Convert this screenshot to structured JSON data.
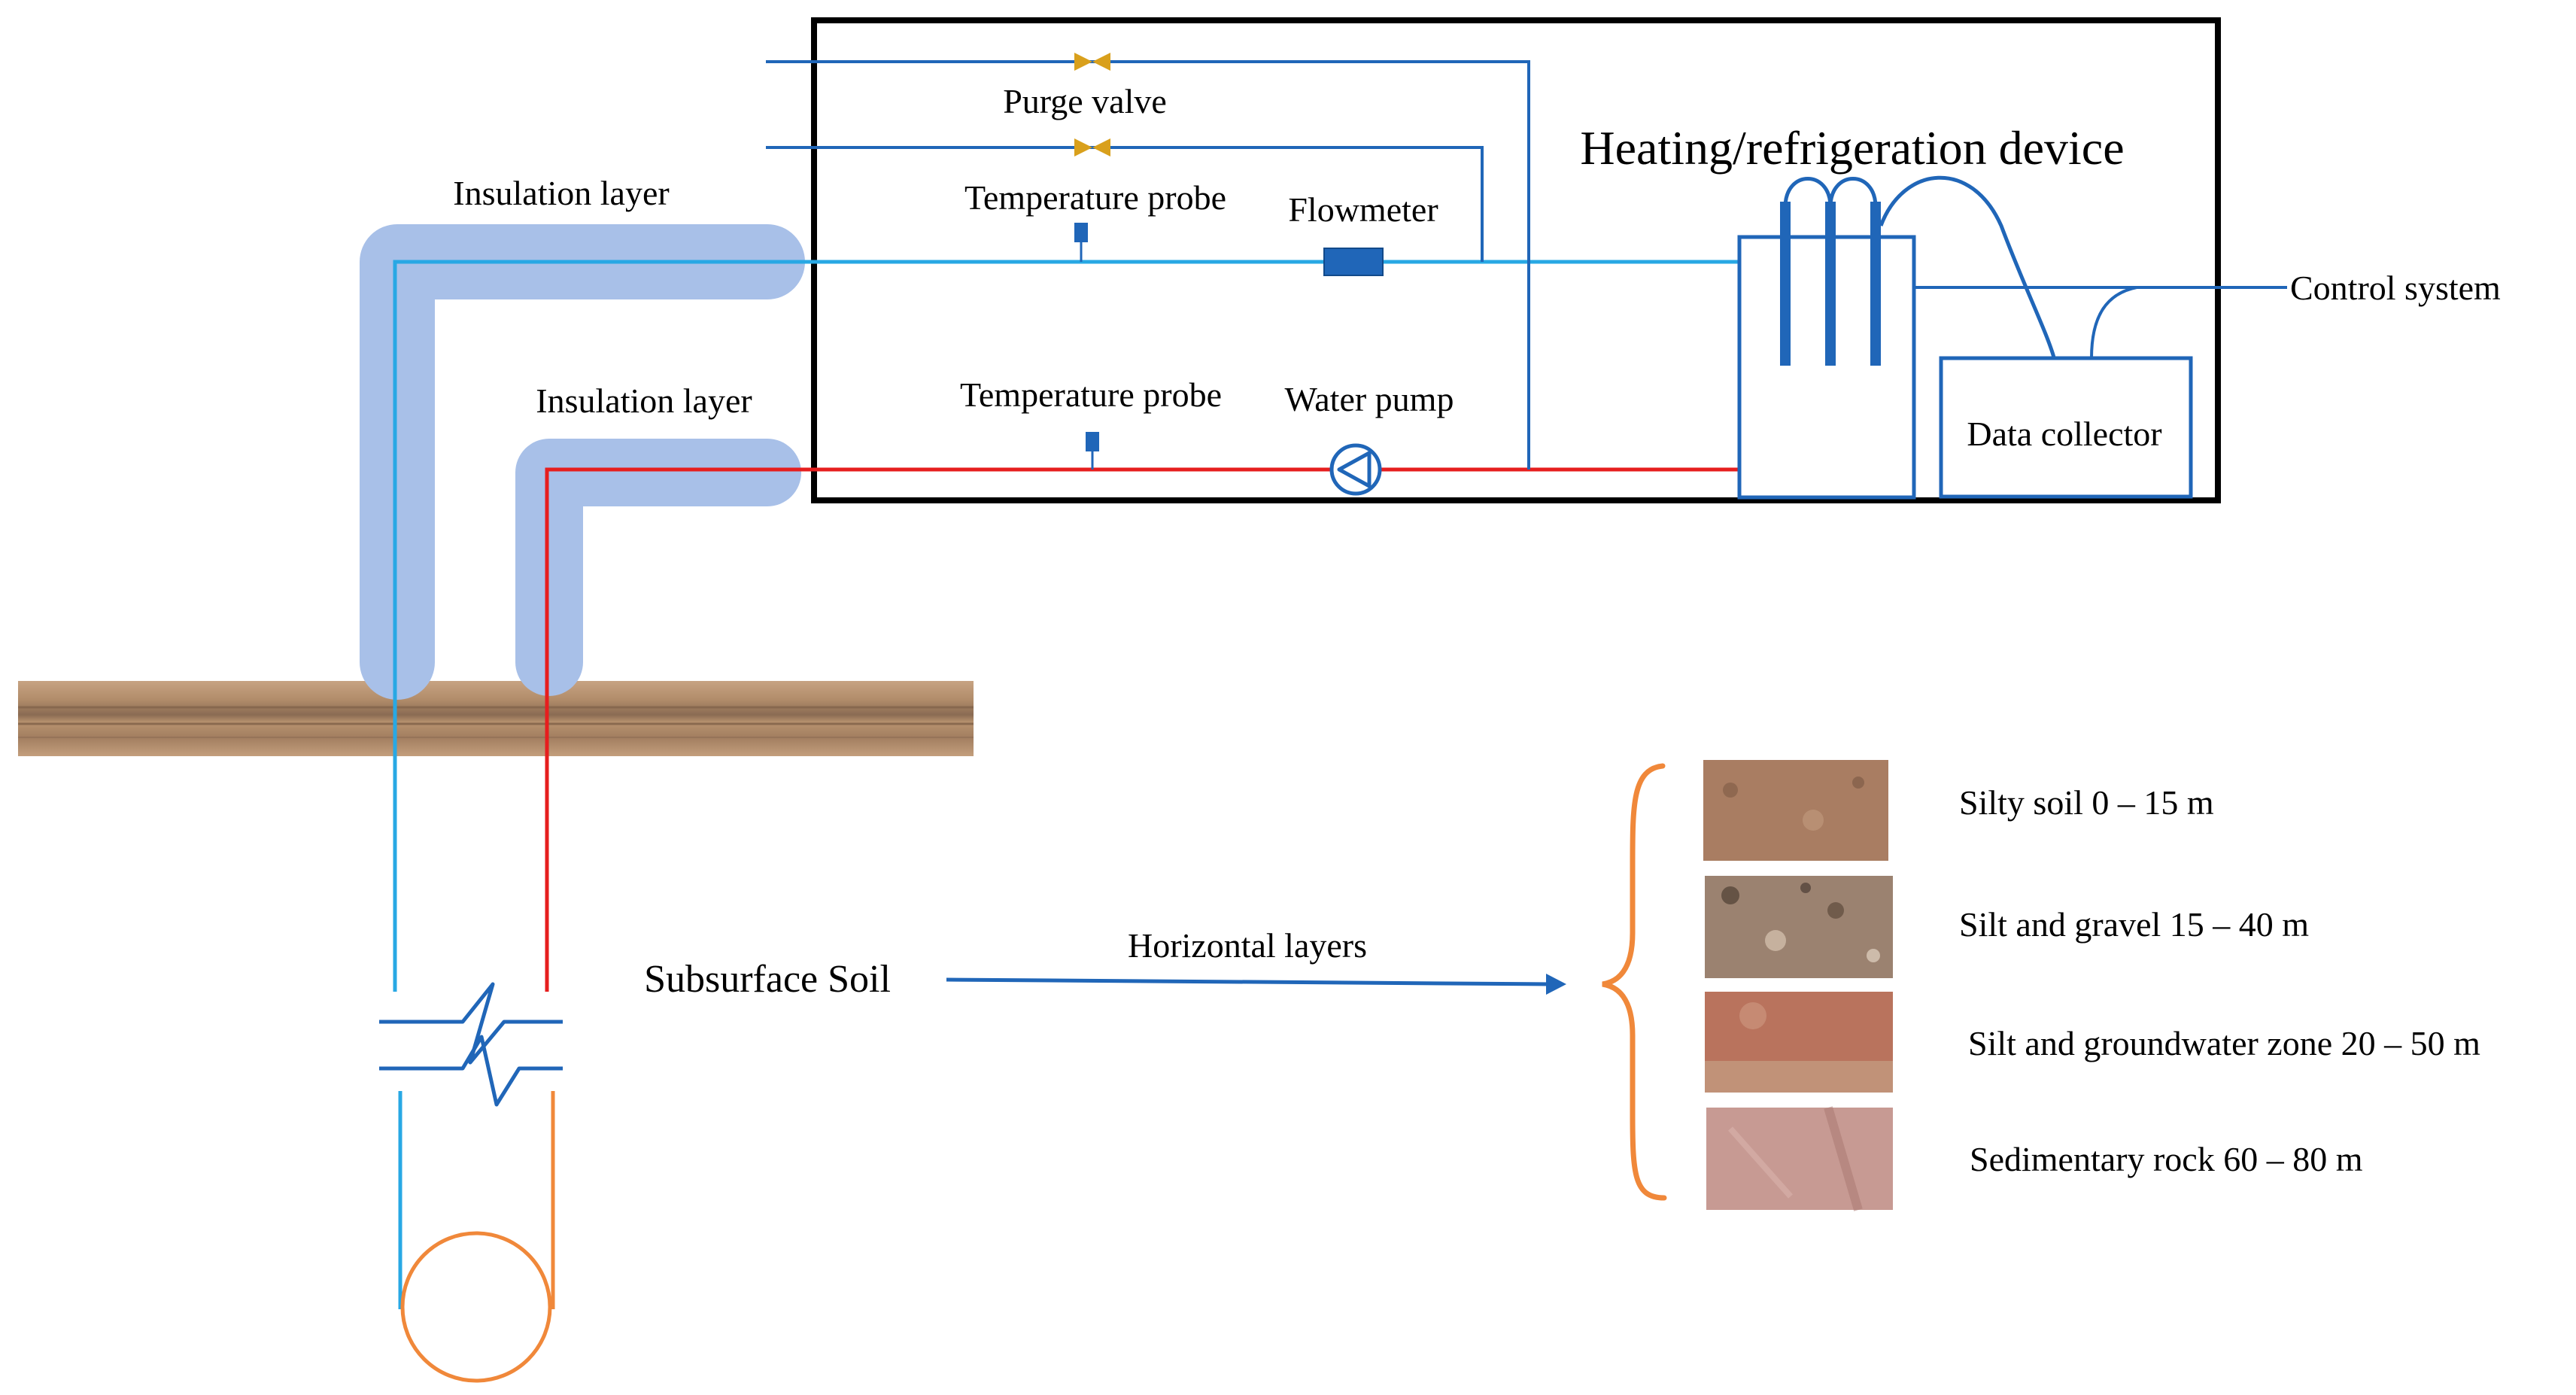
{
  "labels": {
    "purge_valve": "Purge valve",
    "temperature_probe_supply": "Temperature probe",
    "flowmeter": "Flowmeter",
    "heating_device": "Heating/refrigeration device",
    "control_system": "Control system",
    "insulation_layer_outer": "Insulation layer",
    "insulation_layer_inner": "Insulation layer",
    "temperature_probe_return": "Temperature probe",
    "water_pump": "Water pump",
    "data_collector": "Data collector",
    "subsurface_soil": "Subsurface Soil",
    "horizontal_layers": "Horizontal layers"
  },
  "soil_layers": [
    {
      "label": "Silty soil 0 – 15 m",
      "color": "#a97d62"
    },
    {
      "label": "Silt and gravel 15 – 40 m",
      "color": "#9b8270"
    },
    {
      "label": "Silt and groundwater zone 20 – 50 m",
      "color": "#b9735d"
    },
    {
      "label": "Sedimentary rock 60 – 80 m",
      "color": "#c79a93"
    }
  ],
  "colors": {
    "supply_line": "#28a8e4",
    "return_line": "#e61e1e",
    "device_line": "#2066b8",
    "insulation": "#a8c0e8",
    "loop_bottom": "#f0883a",
    "valve": "#d9a01c",
    "ground": "#b48e6a",
    "frame": "#000000"
  }
}
